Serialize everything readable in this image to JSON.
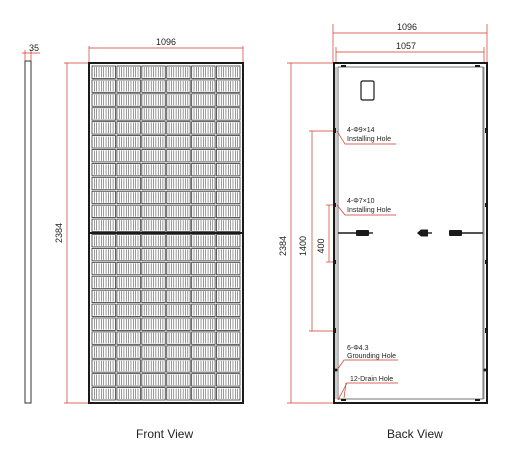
{
  "side_view": {
    "thickness": "35"
  },
  "front_view": {
    "width": "1096",
    "height": "2384",
    "caption": "Front View",
    "cell_columns": 6,
    "cell_rows_per_half": 12
  },
  "back_view": {
    "outer_width": "1096",
    "inner_width": "1057",
    "height": "2384",
    "hole_spacing": "1400",
    "short_spacing": "400",
    "caption": "Back View",
    "callouts": [
      {
        "line1": "4-Φ9×14",
        "line2": "Installing Hole"
      },
      {
        "line1": "4-Φ7×10",
        "line2": "Installing Hole"
      },
      {
        "line1": "6-Φ4.3",
        "line2": "Grounding Hole"
      },
      {
        "line1": "12-Drain Hole",
        "line2": ""
      }
    ]
  },
  "colors": {
    "dimension_line": "#d0382b",
    "frame": "#1a1a1a",
    "cell": "#333333"
  }
}
